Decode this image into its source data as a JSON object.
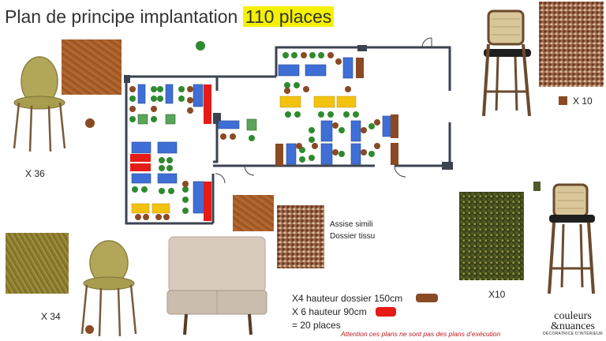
{
  "title": {
    "prefix": "Plan de principe implantation",
    "highlight": "110 places"
  },
  "chair_labels": {
    "x36": "X 36",
    "x34": "X 34",
    "x10_right": "X 10",
    "x10_bottom": "X10"
  },
  "fabric_note": {
    "line1": "Assise simili",
    "line2": "Dossier tissu"
  },
  "bench_notes": {
    "line1": "X4 hauteur dossier 150cm",
    "line2": "X 6 hauteur 90cm",
    "line3": "= 20 places"
  },
  "warning": "Attention ces plans ne sont pas des plans d’exécution",
  "logo": {
    "line1": "couleurs",
    "line2": "&nuances",
    "tagline": "DÉCORATRICE D’INTÉRIEUR"
  },
  "colors": {
    "highlight": "#f4f100",
    "leather_brown": "#9a5424",
    "bench_red": "#e41b17",
    "table_blue": "#3f6fd6",
    "table_yellow": "#f2c20f",
    "chair_green": "#2f8a2f",
    "stool_brown": "#8a4a24",
    "warning_red": "#c0171b"
  }
}
